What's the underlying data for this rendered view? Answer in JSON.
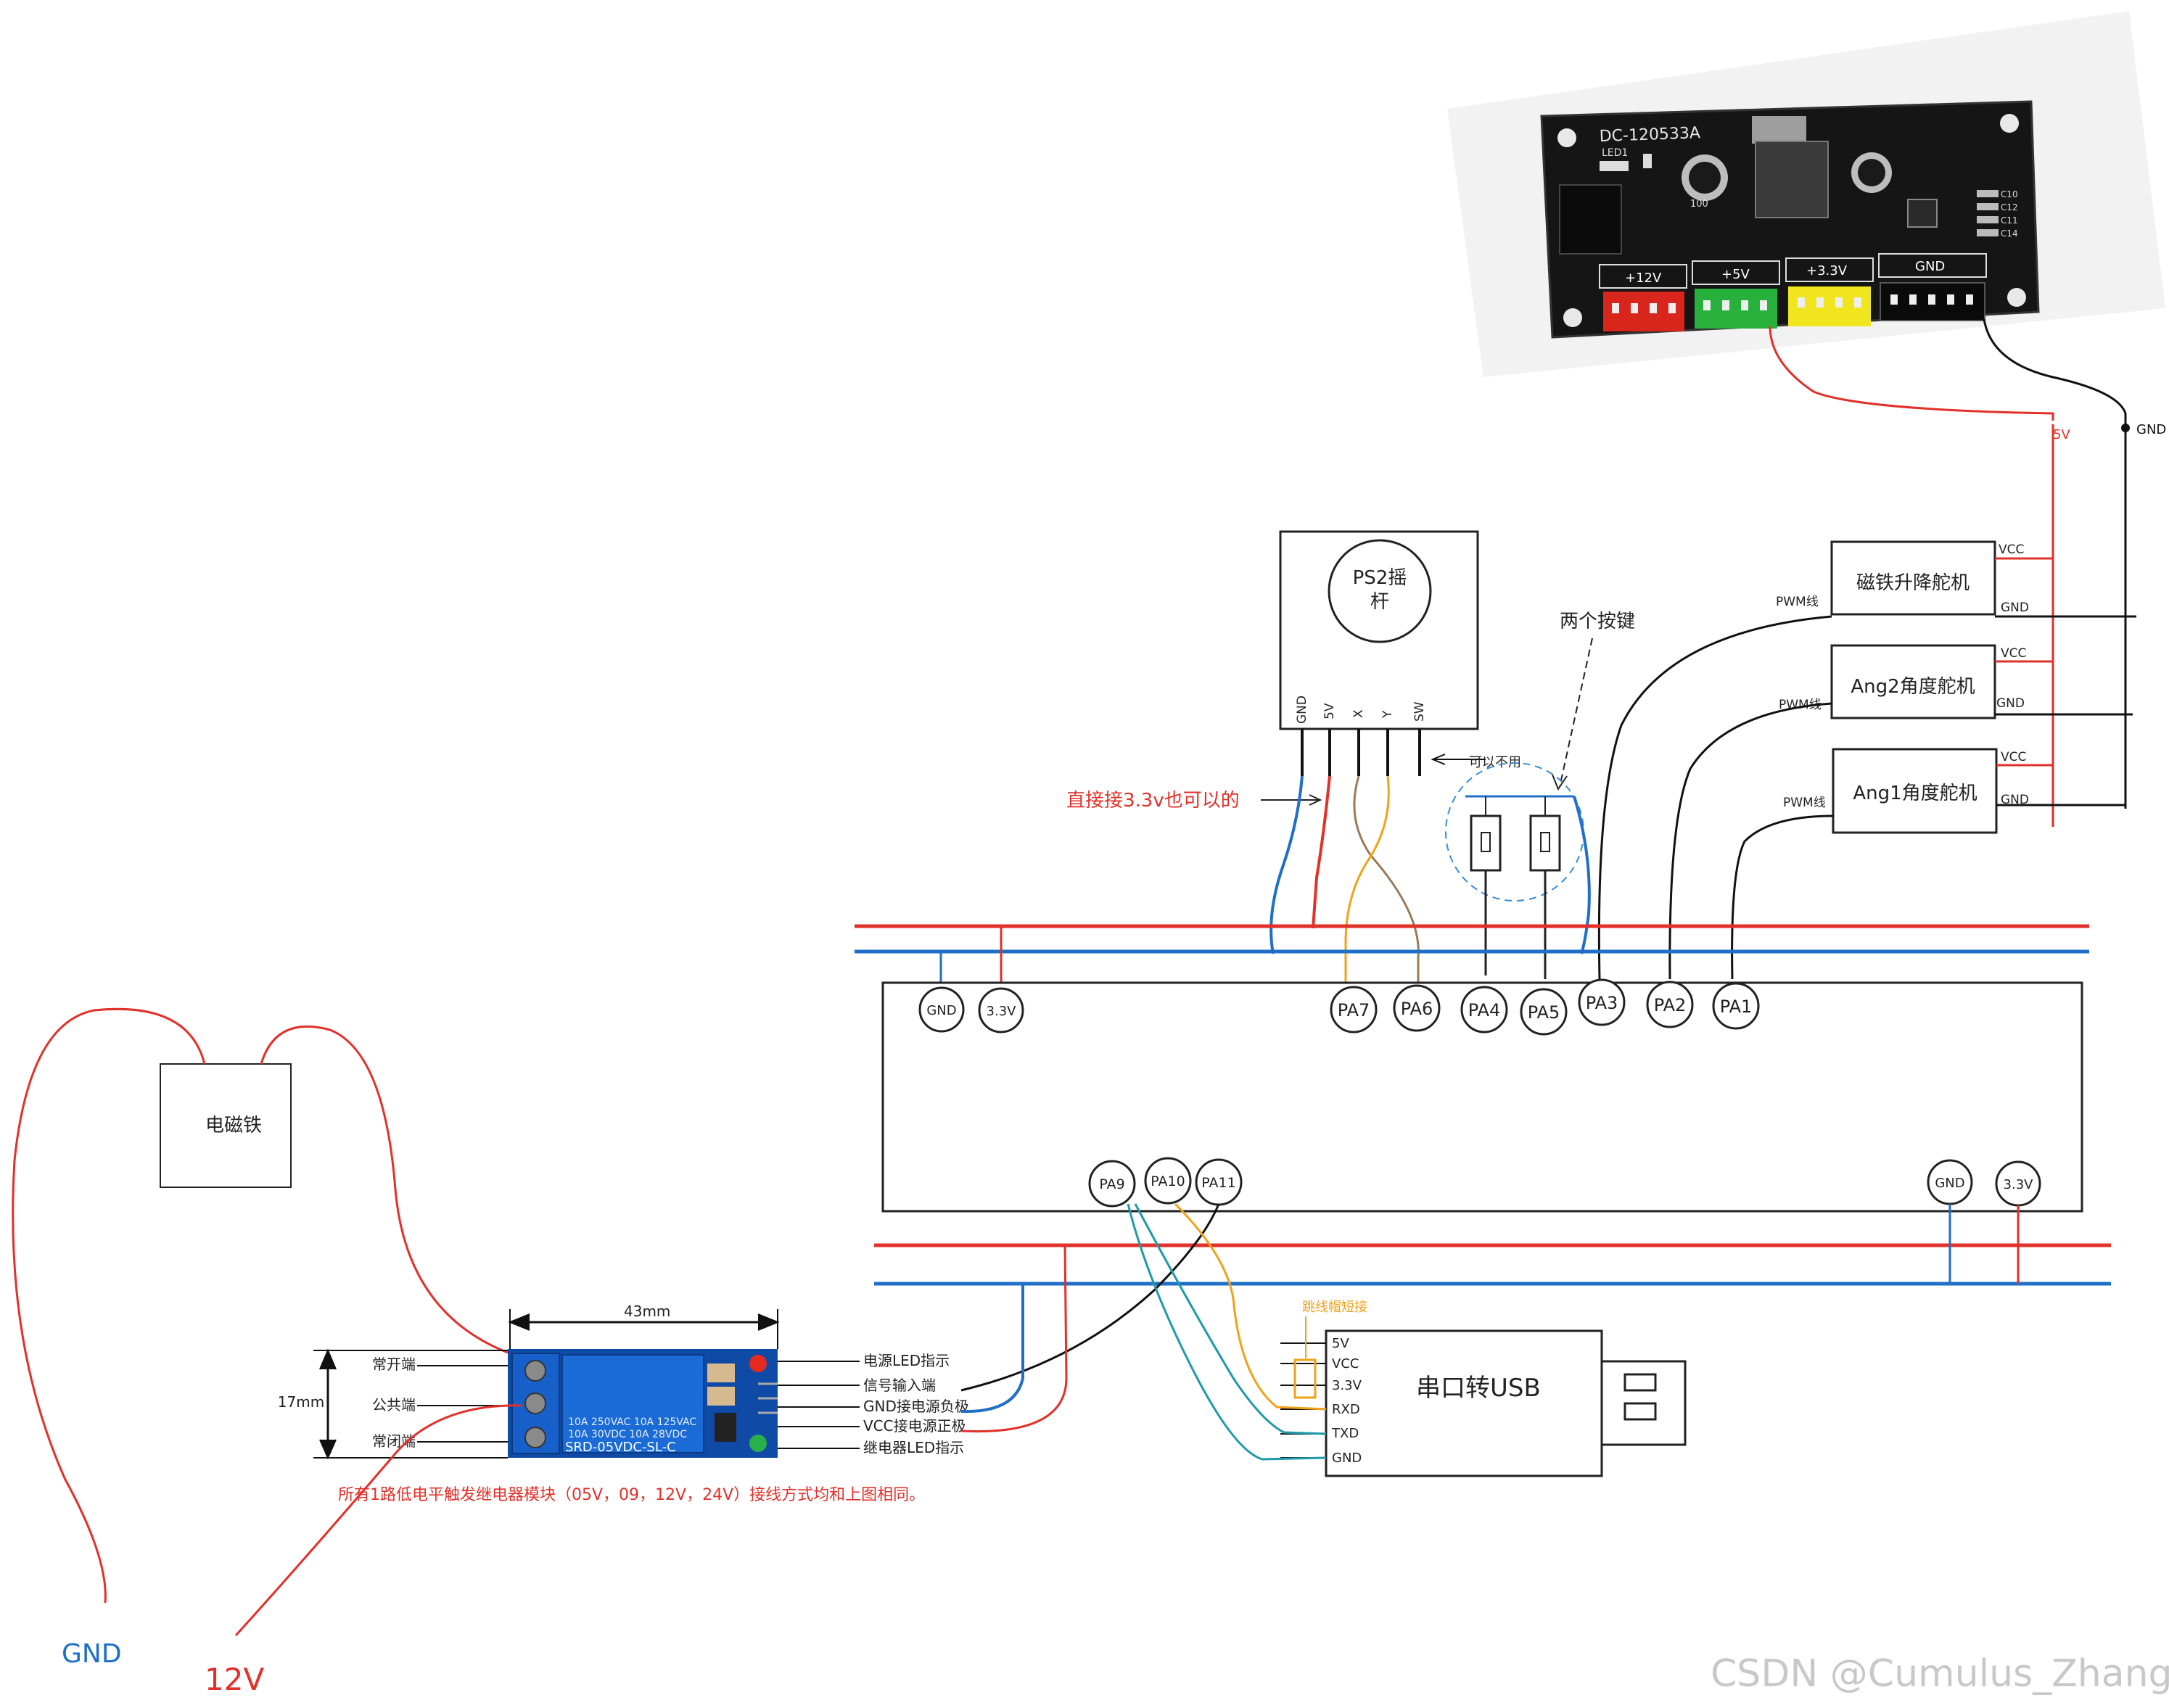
{
  "psu": {
    "model": "DC-120533A",
    "led_text": "LED1",
    "headers": {
      "v12": "+12V",
      "v5": "+5V",
      "v33": "+3.3V",
      "gnd": "GND"
    },
    "cap_text": "100",
    "caps": [
      "C10",
      "C12",
      "C11",
      "C14"
    ]
  },
  "wires": {
    "v5_label": "5V",
    "gnd_label": "GND"
  },
  "servos": {
    "s1": {
      "name": "磁铁升降舵机",
      "vcc": "VCC",
      "gnd": "GND",
      "pwm": "PWM线"
    },
    "s2": {
      "name": "Ang2角度舵机",
      "vcc": "VCC",
      "gnd": "GND",
      "pwm": "PWM线"
    },
    "s3": {
      "name": "Ang1角度舵机",
      "vcc": "VCC",
      "gnd": "GND",
      "pwm": "PWM线"
    }
  },
  "joystick": {
    "title_line1": "PS2摇",
    "title_line2": "杆",
    "pins": [
      "GND",
      "5V",
      "X",
      "Y",
      "SW"
    ],
    "sw_note": "可以不用",
    "v5_note": "直接接3.3v也可以的"
  },
  "buttons": {
    "label": "两个按键"
  },
  "mcu": {
    "top_pins": [
      "GND",
      "3.3V",
      "PA7",
      "PA6",
      "PA4",
      "PA5",
      "PA3",
      "PA2",
      "PA1"
    ],
    "bottom_pins": [
      "PA9",
      "PA10",
      "PA11",
      "GND",
      "3.3V"
    ]
  },
  "magnet": {
    "label": "电磁铁"
  },
  "relay": {
    "width": "43mm",
    "height": "17mm",
    "left_labels": [
      "常开端",
      "公共端",
      "常闭端"
    ],
    "right_labels": [
      "电源LED指示",
      "信号输入端",
      "GND接电源负极",
      "VCC接电源正极",
      "继电器LED指示"
    ],
    "relay_text_1": "10A 250VAC  10A 125VAC",
    "relay_text_2": "10A 30VDC  10A 28VDC",
    "relay_model": "SRD-05VDC-SL-C",
    "note": "所有1路低电平触发继电器模块（05V，09，12V，24V）接线方式均和上图相同。"
  },
  "usb": {
    "title": "串口转USB",
    "pins": [
      "5V",
      "VCC",
      "3.3V",
      "RXD",
      "TXD",
      "GND"
    ],
    "jumper_note": "跳线帽短接"
  },
  "supply": {
    "gnd": "GND",
    "v12": "12V"
  },
  "watermark": "CSDN @Cumulus_Zhang"
}
